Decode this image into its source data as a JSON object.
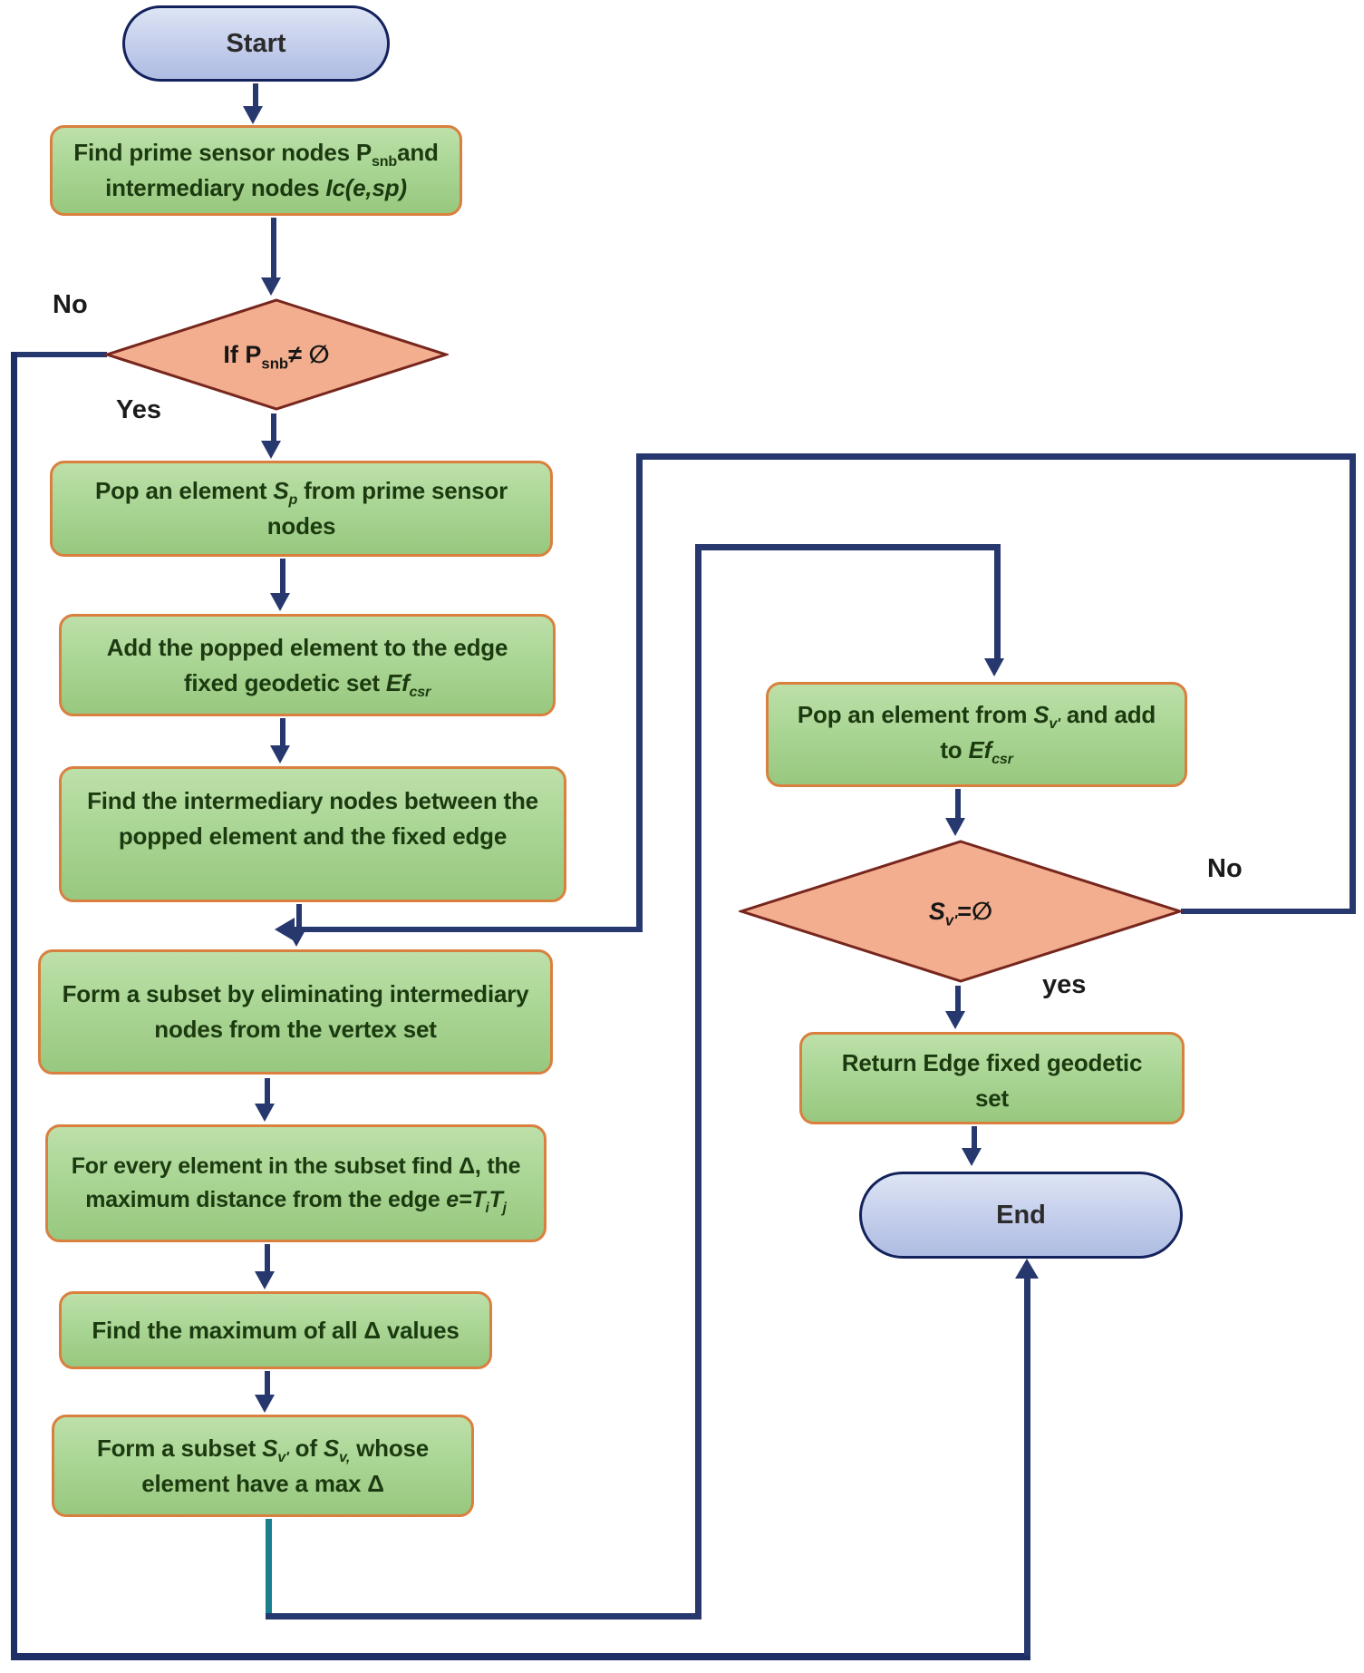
{
  "title": "Edge fixed geodetic set flowchart",
  "colors": {
    "connector_line": "#27386f",
    "loop_line_teal": "#1a7f8c",
    "process_fill": "#aad695",
    "process_border": "#d9803f",
    "process_text": "#1c3a10",
    "decision_fill": "#f3ae8f",
    "decision_border": "#77261d",
    "terminal_fill": "#c3cdeb",
    "terminal_border": "#13225c"
  },
  "nodes": {
    "start": {
      "label": "Start"
    },
    "find_prime": {
      "t1": "Find prime sensor nodes P",
      "sub1": "snb",
      "t2": "and intermediary nodes ",
      "it1": "Ic(e,sp)"
    },
    "check_prime": {
      "t1": "If P",
      "sub1": "snb",
      "t2": "≠ ∅"
    },
    "pop_prime": {
      "t1": "Pop an element ",
      "it1": "S",
      "sub1": "p",
      "t2": " from prime sensor nodes"
    },
    "add_popped": {
      "t1": "Add the popped element to the edge fixed geodetic set ",
      "it1": "Ef",
      "sub1": "csr"
    },
    "find_intermediary": {
      "t1": "Find the intermediary nodes between the popped element and the fixed edge"
    },
    "form_subset": {
      "t1": "Form a subset by eliminating intermediary nodes from the vertex set"
    },
    "find_delta": {
      "t1": "For every element in the subset find Δ, the maximum distance from the edge ",
      "it1": "e=T",
      "sub1": "i",
      "it2": "T",
      "sub2": "j"
    },
    "find_max": {
      "t1": "Find the maximum of all Δ values"
    },
    "form_sv": {
      "t1": "Form a subset ",
      "it1": "S",
      "sub1": "v'",
      "t2": " of ",
      "it2": "S",
      "sub2": "v,",
      "t3": " whose element have a max Δ"
    },
    "pop_sv": {
      "t1": "Pop an element from ",
      "it1": "S",
      "sub1": "v'",
      "t2": " and add to ",
      "it2": "Ef",
      "sub2": "csr"
    },
    "check_sv": {
      "it1": "S",
      "sub1": "v'",
      "t1": "=∅"
    },
    "return_set": {
      "t1": "Return Edge fixed geodetic set"
    },
    "end": {
      "label": "End"
    }
  },
  "labels": {
    "no1": "No",
    "yes1": "Yes",
    "no2": "No",
    "yes2": "yes"
  }
}
